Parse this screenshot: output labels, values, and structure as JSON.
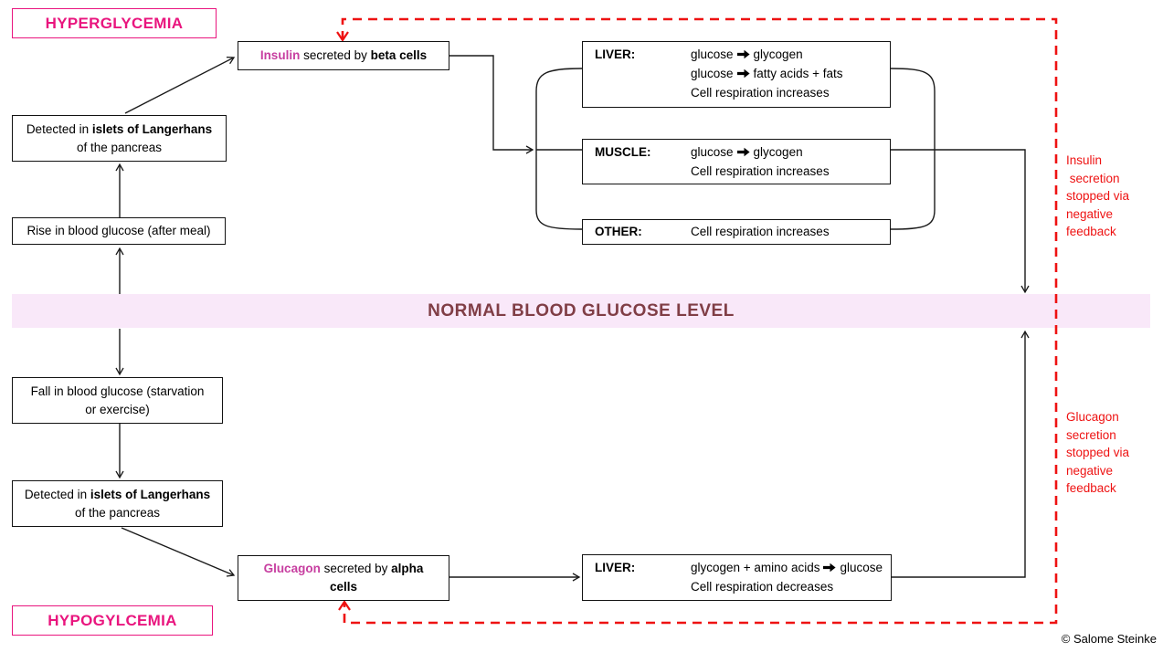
{
  "title_labels": {
    "hyperglycemia": "HYPERGLYCEMIA",
    "hypoglycemia": "HYPOGYLCEMIA"
  },
  "flow": {
    "insulin": {
      "hormone": "Insulin",
      "mid": "secreted by",
      "cells": "beta cells"
    },
    "detected_top": {
      "pre": "Detected in",
      "strong": "islets of Langerhans",
      "line2": "of the pancreas"
    },
    "rise": "Rise in blood glucose (after meal)",
    "fall": {
      "line1": "Fall in blood glucose (starvation",
      "line2": "or exercise)"
    },
    "detected_bottom": {
      "pre": "Detected in",
      "strong": "islets of Langerhans",
      "line2": "of the pancreas"
    },
    "glucagon": {
      "hormone": "Glucagon",
      "mid": "secreted by",
      "cells": "alpha cells"
    }
  },
  "banner": {
    "text": "NORMAL BLOOD GLUCOSE LEVEL",
    "bg": "#f9e8f9",
    "text_color": "#803e46"
  },
  "organ_boxes": [
    {
      "label": "LIVER:",
      "lines": [
        "glucose ➔ glycogen",
        "glucose ➔ fatty  acids + fats",
        "Cell respiration increases"
      ]
    },
    {
      "label": "MUSCLE:",
      "lines": [
        "glucose ➔ glycogen",
        "Cell respiration increases"
      ]
    },
    {
      "label": "OTHER:",
      "lines": [
        "Cell respiration increases"
      ]
    },
    {
      "label": "LIVER:",
      "lines": [
        "glycogen + amino acids ➔ glucose",
        "Cell respiration decreases"
      ]
    }
  ],
  "feedback_notes": {
    "insulin": {
      "lines": [
        "Insulin",
        " secretion",
        "stopped via",
        "negative",
        "feedback"
      ]
    },
    "glucagon": {
      "lines": [
        "Glucagon",
        "secretion",
        "stopped via",
        "negative",
        "feedback"
      ]
    }
  },
  "credit": "© Salome Steinke",
  "colors": {
    "accent_magenta": "#e9157e",
    "hormone_magenta": "#c73ea0",
    "feedback_red": "#ee1212",
    "banner_pink": "#f9e8f9",
    "banner_text": "#803e46"
  }
}
